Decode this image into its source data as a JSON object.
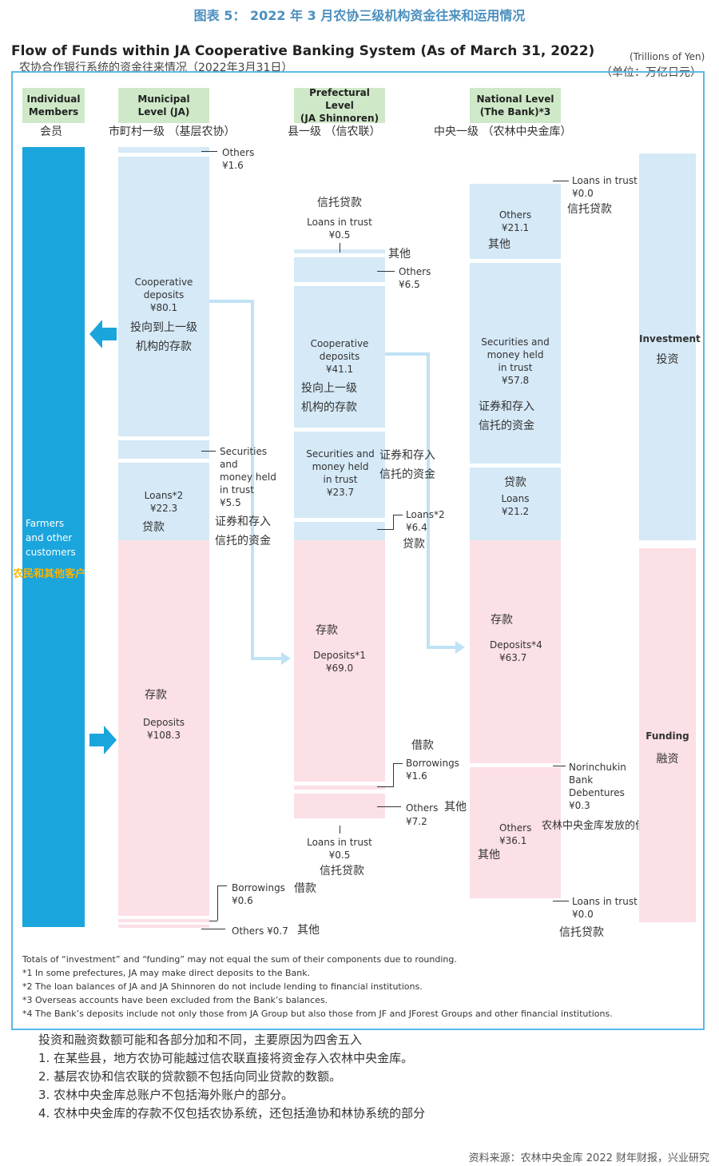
{
  "caption": "图表 5： 2022 年 3 月农协三级机构资金往来和运用情况",
  "title_en": "Flow of Funds within JA Cooperative Banking System (As of March 31, 2022)",
  "title_cn": "农协合作银行系统的资金往来情况（2022年3月31日）",
  "unit_en": "(Trillions of Yen)",
  "unit_cn": "（单位：万亿日元）",
  "headers": {
    "individual": {
      "en1": "Individual",
      "en2": "Members",
      "cn": "会员"
    },
    "municipal": {
      "en1": "Municipal",
      "en2": "Level (JA)",
      "cn": "市町村一级 （基层农协）"
    },
    "prefectural": {
      "en1": "Prefectural Level",
      "en2": "(JA Shinnoren)",
      "cn": "县一级 （信农联）"
    },
    "national": {
      "en1": "National Level",
      "en2": "(The Bank)*3",
      "cn": "中央一级 （农林中央金库）"
    }
  },
  "farmers": {
    "en1": "Farmers",
    "en2": "and other",
    "en3": "customers",
    "cn": "农民和其他客户"
  },
  "municipal": {
    "others_top": {
      "en": "Others",
      "val": "¥1.6"
    },
    "coop": {
      "en1": "Cooperative",
      "en2": "deposits",
      "val": "¥80.1",
      "cn1": "投向到上一级",
      "cn2": "机构的存款"
    },
    "securities": {
      "en1": "Securities",
      "en2": "and",
      "en3": "money held",
      "en4": "in trust",
      "val": "¥5.5",
      "cn1": "证券和存入",
      "cn2": "信托的资金"
    },
    "loans": {
      "en": "Loans*2",
      "val": "¥22.3",
      "cn": "贷款"
    },
    "deposits": {
      "cn": "存款",
      "en": "Deposits",
      "val": "¥108.3"
    },
    "borrowings": {
      "en": "Borrowings",
      "cn": "借款",
      "val": "¥0.6"
    },
    "others_bottom": {
      "en": "Others ¥0.7",
      "cn": "其他"
    }
  },
  "prefectural": {
    "loans_trust_top": {
      "cn": "信托贷款",
      "en": "Loans in trust",
      "val": "¥0.5"
    },
    "others_top": {
      "cn": "其他",
      "en": "Others",
      "val": "¥6.5"
    },
    "coop": {
      "en1": "Cooperative",
      "en2": "deposits",
      "val": "¥41.1",
      "cn1": "投向上一级",
      "cn2": "机构的存款"
    },
    "securities": {
      "en1": "Securities and",
      "en2": "money held",
      "en3": "in trust",
      "val": "¥23.7",
      "cn1": "证券和存入",
      "cn2": "信托的资金"
    },
    "loans": {
      "en": "Loans*2",
      "val": "¥6.4",
      "cn": "贷款"
    },
    "deposits": {
      "cn": "存款",
      "en": "Deposits*1",
      "val": "¥69.0"
    },
    "borrowings": {
      "cn": "借款",
      "en": "Borrowings",
      "val": "¥1.6"
    },
    "others_bottom": {
      "en": "Others",
      "cn": "其他",
      "val": "¥7.2"
    },
    "loans_trust_bottom": {
      "en": "Loans in trust",
      "val": "¥0.5",
      "cn": "信托贷款"
    }
  },
  "national": {
    "loans_trust_top": {
      "en": "Loans in trust",
      "val": "¥0.0",
      "cn": "信托贷款"
    },
    "others_top": {
      "en": "Others",
      "val": "¥21.1",
      "cn": "其他"
    },
    "securities": {
      "en1": "Securities and",
      "en2": "money held",
      "en3": "in trust",
      "val": "¥57.8",
      "cn1": "证券和存入",
      "cn2": "信托的资金"
    },
    "loans": {
      "cn": "贷款",
      "en": "Loans",
      "val": "¥21.2"
    },
    "deposits": {
      "cn": "存款",
      "en": "Deposits*4",
      "val": "¥63.7"
    },
    "debentures": {
      "en1": "Norinchukin",
      "en2": "Bank",
      "en3": "Debentures",
      "val": "¥0.3",
      "cn": "农林中央金库发放的债券"
    },
    "others_bottom": {
      "en": "Others",
      "val": "¥36.1",
      "cn": "其他"
    },
    "loans_trust_bottom": {
      "en": "Loans in trust",
      "val": "¥0.0",
      "cn": "信托贷款"
    }
  },
  "investment": {
    "en": "Investment",
    "cn": "投资"
  },
  "funding": {
    "en": "Funding",
    "cn": "融资"
  },
  "footnotes": [
    "Totals of “investment” and “funding” may not equal the sum of their components due to rounding.",
    "*1 In some prefectures, JA may make direct deposits to the Bank.",
    "*2 The loan balances of JA and JA Shinnoren do not include lending to financial institutions.",
    "*3 Overseas accounts have been excluded from the Bank’s balances.",
    "*4 The Bank’s deposits include not only those from JA Group but also those from JF and JForest Groups and other financial institutions."
  ],
  "notes_cn": [
    "投资和融资数额可能和各部分加和不同，主要原因为四舍五入",
    "1. 在某些县，地方农协可能越过信农联直接将资金存入农林中央金库。",
    "2. 基层农协和信农联的贷款额不包括向同业贷款的数额。",
    "3. 农林中央金库总账户不包括海外账户的部分。",
    "4. 农林中央金库的存款不仅包括农协系统，还包括渔协和林协系统的部分"
  ],
  "source": "资料来源：农林中央金库 2022 财年财报，兴业研究",
  "colors": {
    "accent_blue": "#1aa5dd",
    "light_blue": "#d5e9f7",
    "light_pink": "#fbe0e6",
    "header_green": "#cfe9c8",
    "frame": "#5bb8e8",
    "highlight": "#ffb300"
  }
}
